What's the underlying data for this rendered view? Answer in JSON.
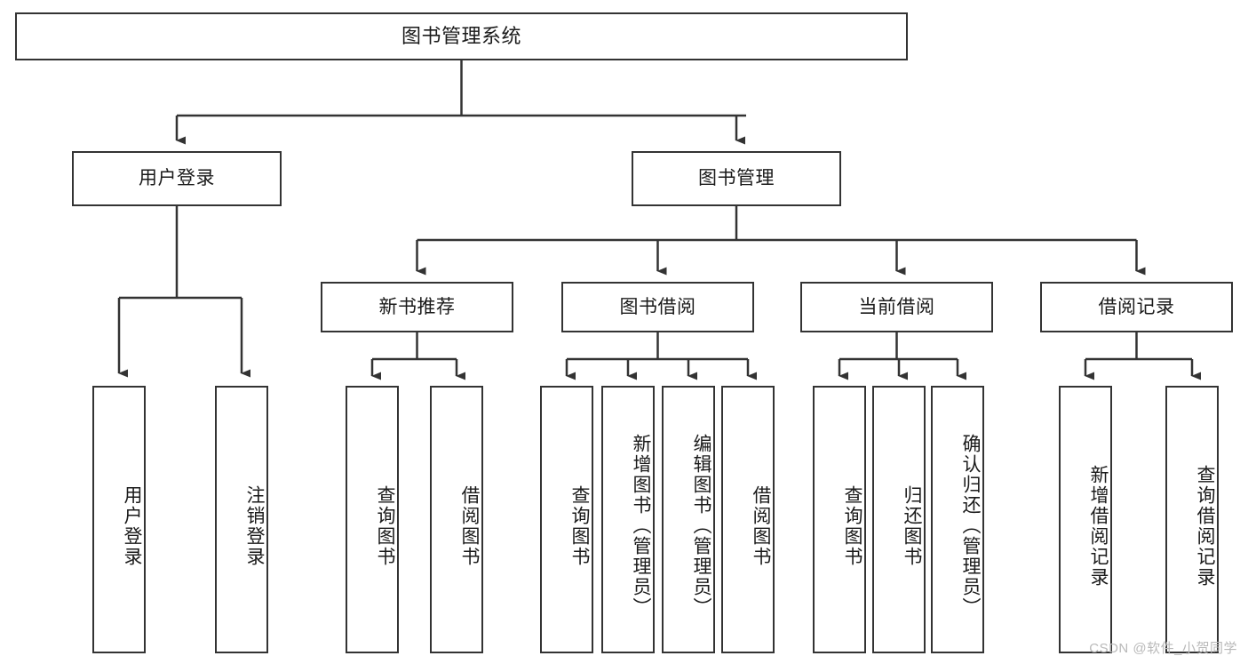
{
  "diagram": {
    "type": "tree-hierarchy-functional-decomposition",
    "root": {
      "id": "root",
      "label": "图书管理系统"
    },
    "level2": [
      {
        "id": "user-login",
        "label": "用户登录"
      },
      {
        "id": "book-manage",
        "label": "图书管理"
      }
    ],
    "level3": [
      {
        "id": "new-book-recommend",
        "label": "新书推荐",
        "parent": "book-manage"
      },
      {
        "id": "book-borrow",
        "label": "图书借阅",
        "parent": "book-manage"
      },
      {
        "id": "current-borrow",
        "label": "当前借阅",
        "parent": "book-manage"
      },
      {
        "id": "borrow-record",
        "label": "借阅记录",
        "parent": "book-manage"
      }
    ],
    "leaves": {
      "user-login": [
        {
          "id": "leaf-user-login",
          "label": "用户登录"
        },
        {
          "id": "leaf-logout",
          "label": "注销登录"
        }
      ],
      "new-book-recommend": [
        {
          "id": "leaf-query-book-1",
          "label": "查询图书"
        },
        {
          "id": "leaf-borrow-book-1",
          "label": "借阅图书"
        }
      ],
      "book-borrow": [
        {
          "id": "leaf-query-book-2",
          "label": "查询图书"
        },
        {
          "id": "leaf-add-book",
          "label": "新增图书（管理员）"
        },
        {
          "id": "leaf-edit-book",
          "label": "编辑图书（管理员）"
        },
        {
          "id": "leaf-borrow-book-2",
          "label": "借阅图书"
        }
      ],
      "current-borrow": [
        {
          "id": "leaf-query-book-3",
          "label": "查询图书"
        },
        {
          "id": "leaf-return-book",
          "label": "归还图书"
        },
        {
          "id": "leaf-confirm-return",
          "label": "确认归还（管理员）"
        }
      ],
      "borrow-record": [
        {
          "id": "leaf-add-record",
          "label": "新增借阅记录"
        },
        {
          "id": "leaf-query-record",
          "label": "查询借阅记录"
        }
      ]
    },
    "colors": {
      "border": "#333333",
      "fill": "#ffffff",
      "text": "#1a1a1a",
      "edge": "#333333",
      "watermark": "#b9b9b9"
    }
  },
  "watermark": {
    "text": "CSDN @软件_小贺同学"
  }
}
